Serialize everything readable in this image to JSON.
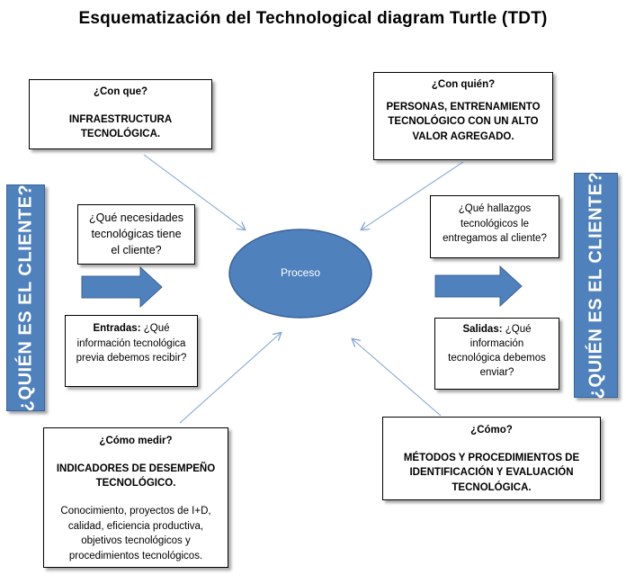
{
  "title": "Esquematización  del Technological diagram Turtle (TDT)",
  "process": "Proceso",
  "sides": {
    "left": "¿QUIÉN ES EL CLIENTE?",
    "right": "¿QUIÉN ES EL CLIENTE?"
  },
  "con_que": {
    "heading": "¿Con que?",
    "body_1": "INFRAESTRUCTURA",
    "body_2": "TECNOLÓGICA."
  },
  "con_quien": {
    "heading": "¿Con quién?",
    "body_1": "PERSONAS, ENTRENAMIENTO",
    "body_2": "TECNOLÓGICO CON UN ALTO",
    "body_3": "VALOR AGREGADO."
  },
  "necesidades": {
    "line_1": "¿Qué necesidades",
    "line_2": "tecnológicas tiene",
    "line_3": "el cliente?"
  },
  "entradas": {
    "label": "Entradas:",
    "line_1": " ¿Qué",
    "line_2": "información tecnológica",
    "line_3": "previa debemos recibir?"
  },
  "hallazgos": {
    "line_1": "¿Qué hallazgos",
    "line_2": "tecnológicos le",
    "line_3": "entregamos al cliente?"
  },
  "salidas": {
    "label": "Salidas:",
    "line_1": " ¿Qué",
    "line_2": "información",
    "line_3": "tecnológica debemos",
    "line_4": "enviar?"
  },
  "como_medir": {
    "heading": "¿Cómo medir?",
    "body_1": "INDICADORES DE DESEMPEÑO",
    "body_2": "TECNOLÓGICO.",
    "detail_1": "Conocimiento, proyectos de  I+D,",
    "detail_2": "calidad, eficiencia productiva,",
    "detail_3": "objetivos tecnológicos y",
    "detail_4": "procedimientos tecnológicos."
  },
  "como": {
    "heading": "¿Cómo?",
    "body_1": "MÉTODOS Y PROCEDIMIENTOS DE",
    "body_2": "IDENTIFICACIÓN Y EVALUACIÓN",
    "body_3": "TECNOLÓGICA."
  },
  "colors": {
    "accent": "#4f81bd",
    "accent_border": "#3a639a",
    "connector": "#7ea3cf"
  },
  "icons": {
    "input_arrow": "right-block-arrow",
    "output_arrow": "right-block-arrow"
  }
}
